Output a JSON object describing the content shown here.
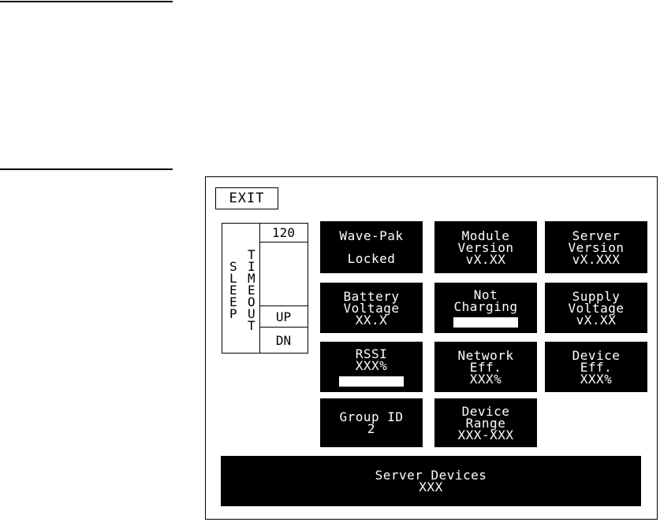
{
  "screen": {
    "exit_label": "EXIT",
    "sleep_timeout": {
      "label_left": [
        "S",
        "L",
        "E",
        "E",
        "P"
      ],
      "label_right": [
        "T",
        "I",
        "M",
        "E",
        "O",
        "U",
        "T"
      ],
      "value": "120",
      "up_label": "UP",
      "dn_label": "DN"
    },
    "tiles": {
      "wavepak": {
        "line1": "Wave-Pak",
        "line2": "Locked"
      },
      "module": {
        "line1": "Module",
        "line2": "Version",
        "line3": "vX.XX"
      },
      "server": {
        "line1": "Server",
        "line2": "Version",
        "line3": "vX.XXX"
      },
      "battery": {
        "line1": "Battery",
        "line2": "Voltage",
        "line3": "XX.X"
      },
      "charging": {
        "line1": "Not",
        "line2": "Charging",
        "bar_level": 1.0
      },
      "supply": {
        "line1": "Supply",
        "line2": "Voltage",
        "line3": "vX.XX"
      },
      "rssi": {
        "line1": "RSSI",
        "line2": "XXX%",
        "bar_level": 1.0
      },
      "network": {
        "line1": "Network",
        "line2": "Eff.",
        "line3": "XXX%"
      },
      "device": {
        "line1": "Device",
        "line2": "Eff.",
        "line3": "XXX%"
      },
      "group": {
        "line1": "Group ID",
        "line2": "2"
      },
      "range": {
        "line1": "Device",
        "line2": "Range",
        "line3": "XXX-XXX"
      },
      "server_devices": {
        "line1": "Server Devices",
        "line2": "XXX"
      }
    },
    "colors": {
      "foreground": "#000000",
      "background": "#ffffff"
    }
  }
}
